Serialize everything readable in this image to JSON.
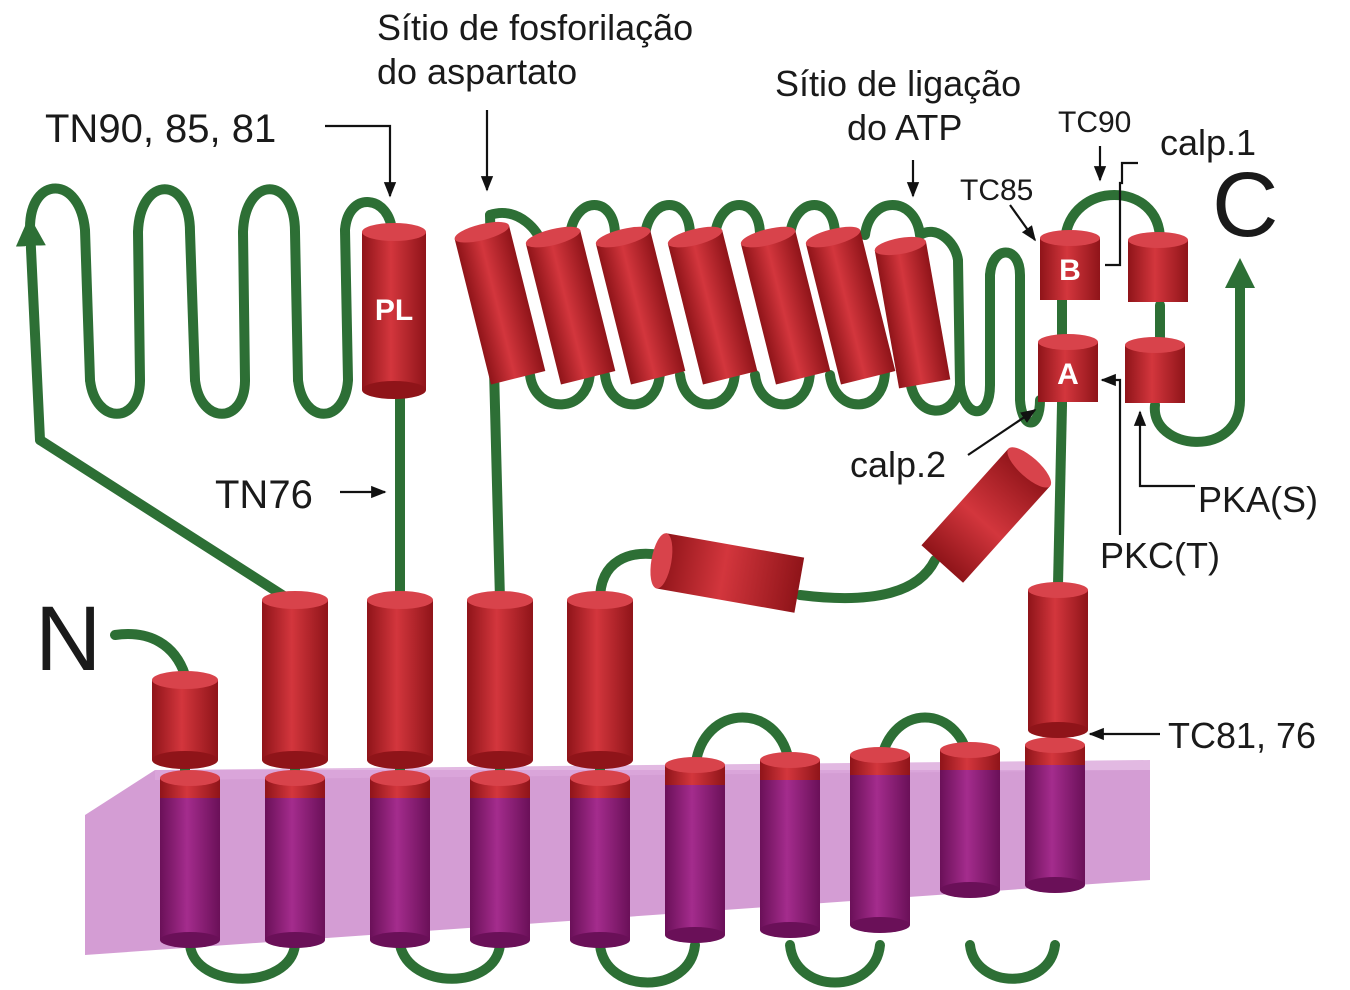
{
  "terminals": {
    "n": "N",
    "c": "C"
  },
  "segments": {
    "pl": "PL",
    "a": "A",
    "b": "B"
  },
  "annotations": {
    "phospho_site_line1": "Sítio de fosforilação",
    "phospho_site_line2": "do aspartato",
    "atp_site_line1": "Sítio de ligação",
    "atp_site_line2": "do ATP",
    "tn_90_85_81": "TN90, 85, 81",
    "tn76": "TN76",
    "tc90": "TC90",
    "tc85": "TC85",
    "calp1": "calp.1",
    "calp2": "calp.2",
    "pka": "PKA(S)",
    "pkc": "PKC(T)",
    "tc81_76": "TC81, 76"
  },
  "colors": {
    "helix": "#c0262e",
    "helix_top": "#d8434b",
    "chain": "#2d6f35",
    "membrane": "#c88ac8",
    "membrane_helix": "#8e1f78"
  }
}
